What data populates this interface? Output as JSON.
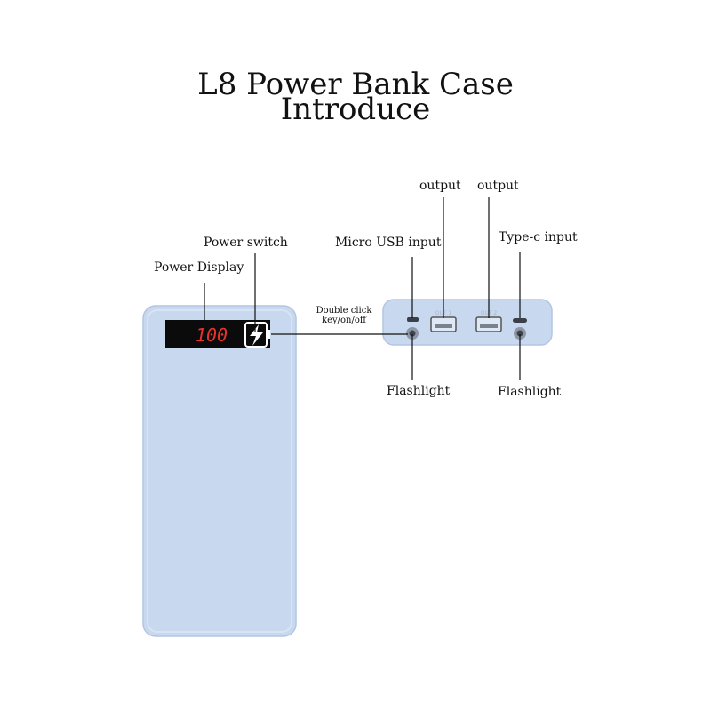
{
  "title": {
    "line1": "L8 Power Bank Case",
    "line2": "Introduce"
  },
  "display": {
    "readout": "100"
  },
  "ports": {
    "out1": "OUT 1",
    "out2": "OUT 2"
  },
  "labels": {
    "power_display": "Power Display",
    "power_switch": "Power switch",
    "micro_usb_input": "Micro USB input",
    "output_1": "output",
    "output_2": "output",
    "type_c_input": "Type-c input",
    "double_click_line1": "Double click",
    "double_click_line2": "key/on/off",
    "flashlight_left": "Flashlight",
    "flashlight_right": "Flashlight"
  },
  "colors": {
    "case_body": "#c8d8ee",
    "case_edge": "#b2c5e2",
    "display_bg": "#0b0b0b",
    "led_red": "#e8322b"
  }
}
